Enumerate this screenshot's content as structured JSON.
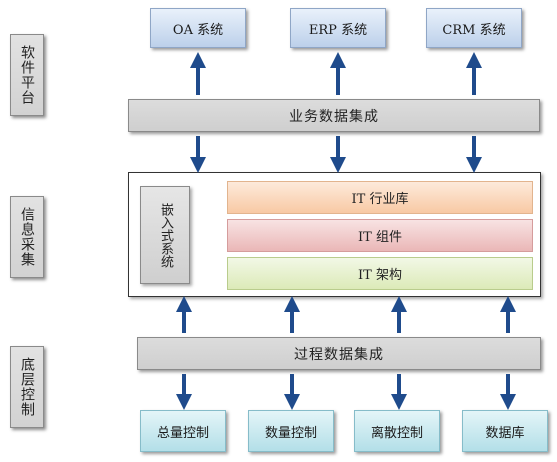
{
  "side_labels": {
    "software": "软件平台",
    "info": "信息采集",
    "control": "底层控制"
  },
  "systems": [
    "OA 系统",
    "ERP 系统",
    "CRM 系统"
  ],
  "business_bar": "业务数据集成",
  "embedded_label": "嵌入式系统",
  "layers": [
    "IT 行业库",
    "IT 组件",
    "IT 架构"
  ],
  "process_bar": "过程数据集成",
  "controls": [
    "总量控制",
    "数量控制",
    "离散控制",
    "数据库"
  ],
  "colors": {
    "arrow": "#1f4b8c"
  }
}
